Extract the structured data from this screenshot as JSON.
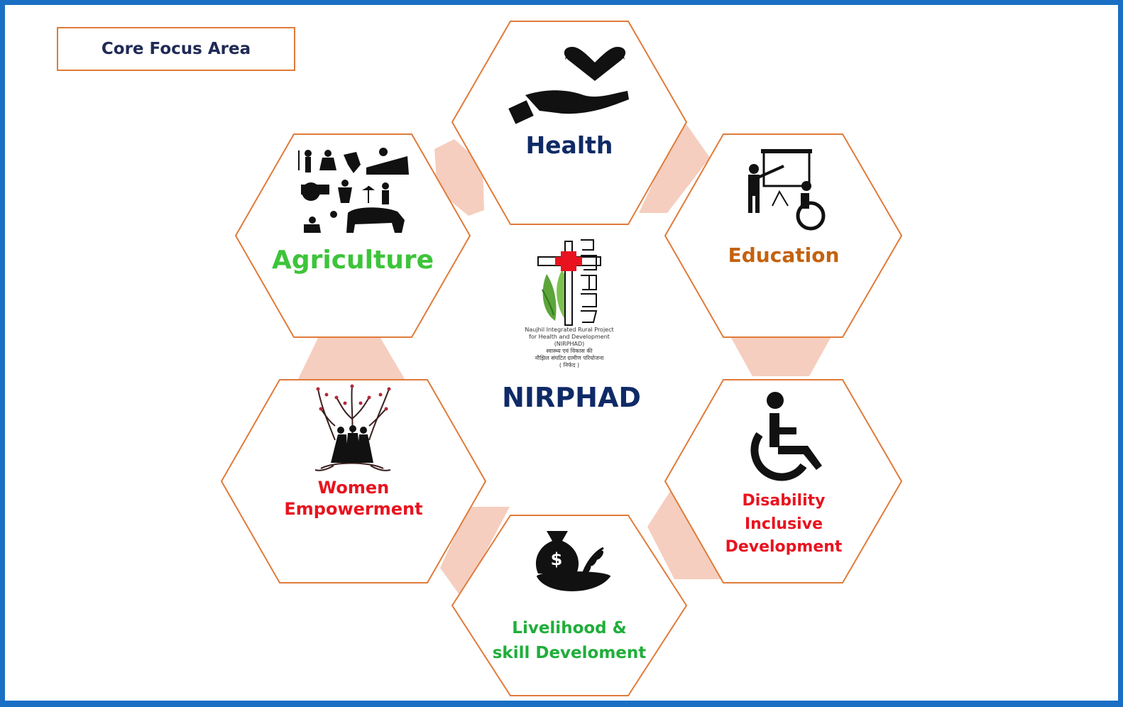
{
  "title": "Core Focus Area",
  "center": {
    "name": "NIRPHAD",
    "logo_caption_en_1": "Naujhil Integrated Rural Project",
    "logo_caption_en_2": "for Health and Development",
    "logo_caption_en_3": "(NIRPHAD)",
    "logo_caption_hi_1": "स्वास्थ्य एवं विकास की",
    "logo_caption_hi_2": "नौझिल संघटित ग्रामीण परियोजना",
    "logo_caption_hi_3": "( निर्फद )"
  },
  "areas": {
    "health": {
      "label": "Health",
      "color": "#0f2a66",
      "icon": "hand-heart-icon"
    },
    "education": {
      "label": "Education",
      "color": "#c4620f",
      "icon": "teacher-wheelchair-icon"
    },
    "disability": {
      "line1": "Disability",
      "line2": "Inclusive",
      "line3": "Development",
      "color": "#e8131f",
      "icon": "wheelchair-icon"
    },
    "livelihood": {
      "line1": "Livelihood &",
      "line2": "skill Develoment",
      "color": "#1fae3a",
      "icon": "money-bag-grain-icon"
    },
    "women": {
      "line1": "Women",
      "line2": "Empowerment",
      "color": "#e8131f",
      "icon": "women-tree-icon"
    },
    "agriculture": {
      "label": "Agriculture",
      "color": "#3dc43a",
      "icon": "farmers-icon"
    }
  },
  "colors": {
    "frame": "#1a6fc4",
    "hex_border": "#e07b3a",
    "connector": "#f4c9b8"
  }
}
